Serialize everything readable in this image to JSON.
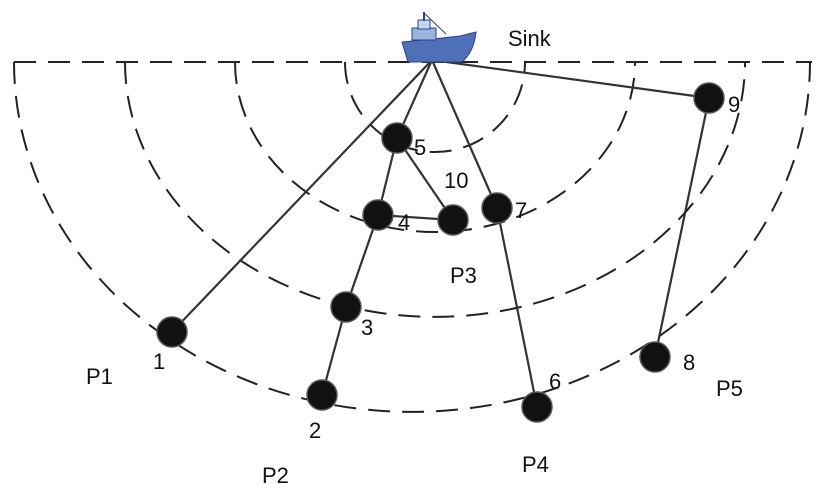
{
  "sink_label": "Sink",
  "node_labels": {
    "n1": "1",
    "n2": "2",
    "n3": "3",
    "n4": "4",
    "n5": "5",
    "n6": "6",
    "n7": "7",
    "n8": "8",
    "n9": "9",
    "n10": "10"
  },
  "path_labels": {
    "p1": "P1",
    "p2": "P2",
    "p3": "P3",
    "p4": "P4",
    "p5": "P5"
  },
  "icons": {
    "sink": "ship-icon"
  },
  "colors": {
    "ship_hull": "#4f6fb8",
    "ship_deck": "#9bb3e0",
    "node": "#111111",
    "line": "#333333"
  }
}
